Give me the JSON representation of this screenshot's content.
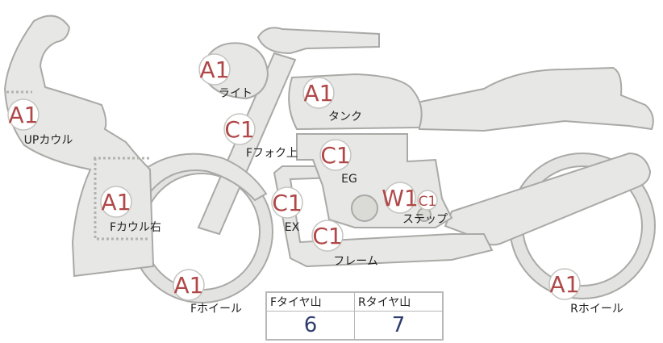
{
  "parts": [
    {
      "key": "light",
      "grade": "A1",
      "label": "ライト"
    },
    {
      "key": "tank",
      "grade": "A1",
      "label": "タンク"
    },
    {
      "key": "upcowl",
      "grade": "A1",
      "label": "UPカウル"
    },
    {
      "key": "ffork",
      "grade": "C1",
      "label": "Fフォク上"
    },
    {
      "key": "eg",
      "grade": "C1",
      "label": "EG"
    },
    {
      "key": "fcowl",
      "grade": "A1",
      "label": "Fカウル右"
    },
    {
      "key": "ex",
      "grade": "C1",
      "label": "EX"
    },
    {
      "key": "step",
      "grade": "W1",
      "grade2": "C1",
      "label": "ステップ"
    },
    {
      "key": "frame",
      "grade": "C1",
      "label": "フレーム"
    },
    {
      "key": "fwheel",
      "grade": "A1",
      "label": "Fホイール"
    },
    {
      "key": "rwheel",
      "grade": "A1",
      "label": "Rホイール"
    }
  ],
  "tread": {
    "headers": [
      "Fタイヤ山",
      "Rタイヤ山"
    ],
    "values": [
      "6",
      "7"
    ]
  }
}
